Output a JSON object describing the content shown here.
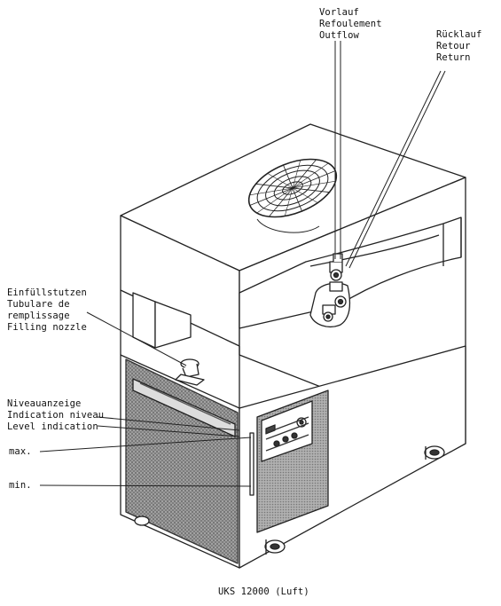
{
  "labels": {
    "outflow": {
      "de": "Vorlauf",
      "fr": "Refoulement",
      "en": "Outflow"
    },
    "return": {
      "de": "Rücklauf",
      "fr": "Retour",
      "en": "Return"
    },
    "filling": {
      "de": "Einfüllstutzen",
      "fr": "Tubulare de",
      "fr2": "remplissage",
      "en": "Filling nozzle"
    },
    "level": {
      "de": "Niveauanzeige",
      "fr": "Indication niveau",
      "en": "Level indication"
    },
    "max": "max.",
    "min": "min."
  },
  "caption": "UKS 12000 (Luft)"
}
